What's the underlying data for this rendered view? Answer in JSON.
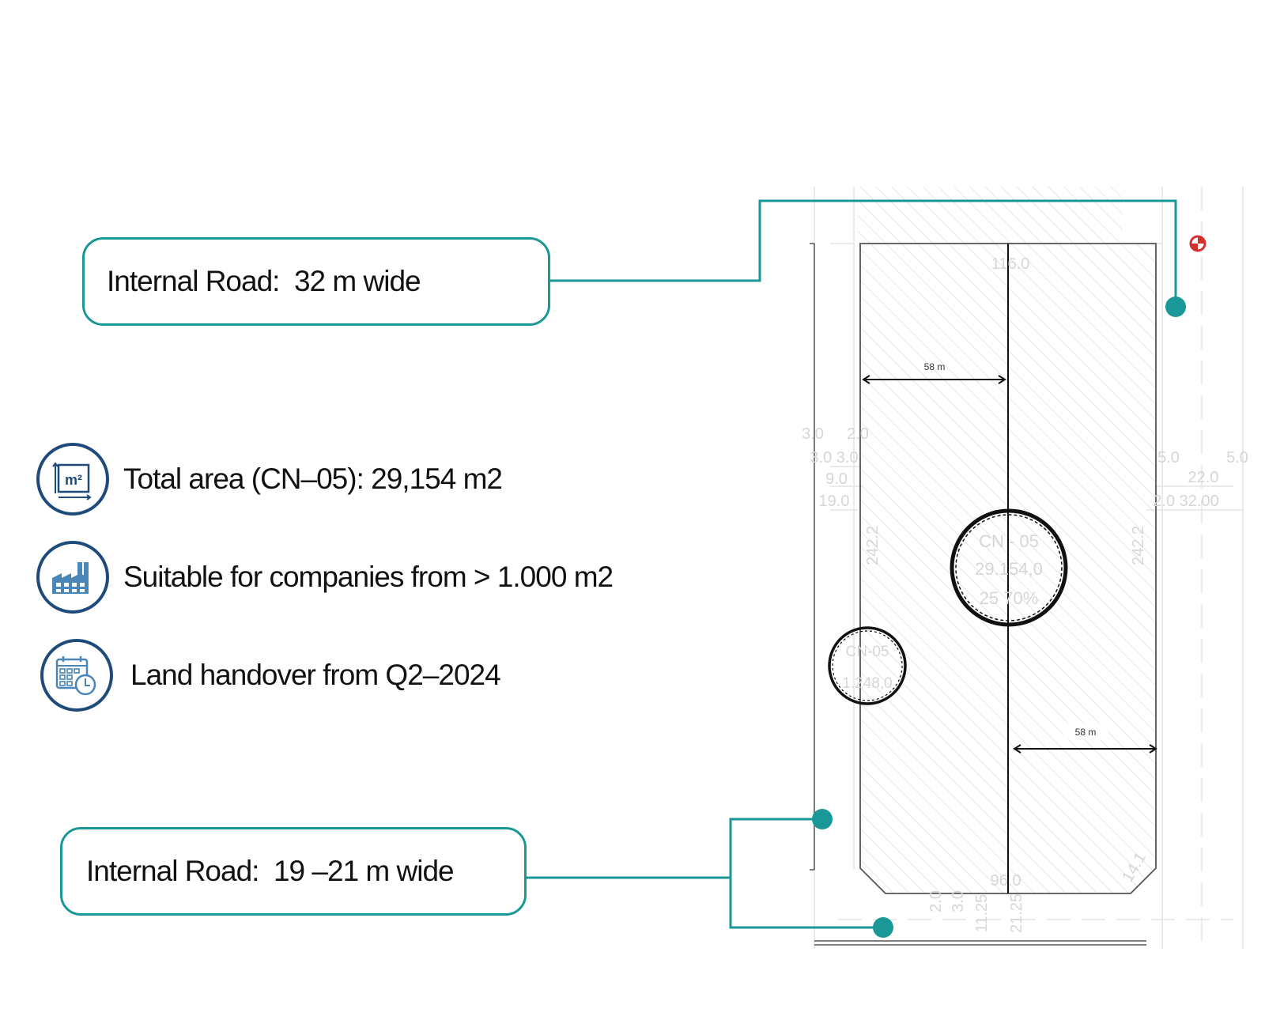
{
  "callouts": {
    "top": {
      "label": "Internal Road:  32 m wide"
    },
    "bottom": {
      "label": "Internal Road:  19 –21 m wide"
    }
  },
  "features": [
    {
      "icon": "area-m2-icon",
      "text": "Total area (CN–05): 29,154 m2"
    },
    {
      "icon": "factory-icon",
      "text": "Suitable for companies from > 1.000 m2"
    },
    {
      "icon": "calendar-clock-icon",
      "text": "Land handover from Q2–2024"
    }
  ],
  "icon_texts": {
    "m2": "m²"
  },
  "plan": {
    "dimension_labels": [
      "58 m",
      "58 m"
    ],
    "lot_marker": {
      "code": "CN - 05",
      "area": "29.154,0",
      "ratio": "25 70%"
    },
    "small_marker": {
      "code": "CN-05",
      "area": "1.248,0"
    },
    "annotations": [
      "116.0",
      "3.0",
      "2.0",
      "3.0 3.0",
      "9.0",
      "19.0",
      "242.2",
      "5.0",
      "5.0",
      "22.0",
      "2.0 32.00",
      "242.2",
      "96.0",
      "14.1",
      "2.0",
      "3.0",
      "11.25",
      "21.25"
    ]
  },
  "colors": {
    "accent": "#1a9797",
    "icon_blue": "#1f4b7a",
    "icon_fill": "#4a86b8"
  }
}
